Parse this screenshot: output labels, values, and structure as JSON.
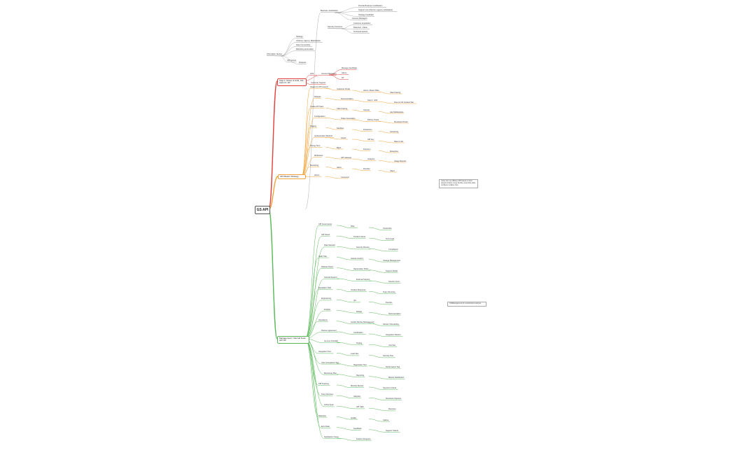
{
  "root": "GS API",
  "branches": {
    "step1": "Step 1: Roles of GS3, GS-Admin?, FP",
    "master": "API Master Strategy",
    "mgmt": "Management / Internal Team API SP"
  },
  "notes": [
    "Users can use different API based on their role/permission. Keep flexible, tiered flow data, configure multiple roles.",
    "GS/Management for vendor/client partners"
  ],
  "top_labels": [
    "Business Justification",
    "Provide Business Justification",
    "Support new channel / agency (whitelabel)",
    "Strategy Feedback",
    "Account Managers",
    "Security Concerns",
    "Customer Acquisition",
    "Retention / Value",
    "Technical Options",
    "Information Source",
    "Strategy",
    "Channel, Agency, Marketplace",
    "Data Connectivity",
    "Marketing automation",
    "API Access",
    "Prospect"
  ],
  "step1_labels": [
    "GS3",
    "Account Managers",
    "Manage Candidate",
    "Admin",
    "FP",
    "Customer Support"
  ],
  "master_labels": [
    "Stages for API Launch",
    "Customer Portal",
    "Admin / Back Office",
    "Client Facing",
    "Release",
    "Documentation",
    "Step 1: GS3",
    "Post on GS Intranet Site",
    "Create API Spec",
    "Client Facing",
    "Internal",
    "App Marketplace",
    "Configuration",
    "Token Generation",
    "Partner Portal",
    "Developer Portal",
    "Staging",
    "Sandbox",
    "Production",
    "Versioning",
    "Authentication Method",
    "OAuth",
    "API Key",
    "Rate Limits",
    "Pricing Tiers",
    "Basic",
    "Premium",
    "Enterprise",
    "Webhooks",
    "API Gateway",
    "Analytics",
    "Usage Reports",
    "Monitoring",
    "Alerts",
    "Provider",
    "Client",
    "Admin",
    "Consumer"
  ],
  "mgmt_labels": [
    "API Governance",
    "Role",
    "Ownership",
    "API Owner",
    "Product Owner",
    "Tech Lead",
    "Data Steward",
    "Security Review",
    "Compliance",
    "Audit Trail",
    "Access Control",
    "Change Management",
    "Release Notes",
    "Deprecation Policy",
    "Support Model",
    "Internal Support",
    "External Support",
    "Service Level",
    "Escalation Path",
    "Incident Response",
    "Team Structure",
    "Engineering",
    "QA",
    "DevOps",
    "Product",
    "Design",
    "Documentation",
    "Operations",
    "Vendor Partner Management",
    "Partner Onboarding",
    "Partner Agreement",
    "Certification",
    "Integration Review",
    "Go Live Checklist",
    "Testing",
    "Unit Test",
    "Integration Test",
    "Load Test",
    "Security Test",
    "User Acceptance Test",
    "Regression Test",
    "Performance Test",
    "Monitoring Plan",
    "Reporting",
    "Metrics Dashboard",
    "KPI Tracking",
    "Monthly Review",
    "Success Criteria",
    "Team Success",
    "Adoption",
    "Developer Signups",
    "Active Apps",
    "API Calls",
    "Revenue",
    "Retention",
    "Quality",
    "Uptime",
    "Error Rate",
    "Feedback",
    "Support Tickets",
    "Satisfaction Score",
    "Feature Requests"
  ],
  "colors": {
    "red": "#e0413d",
    "orange": "#f0a33a",
    "green": "#5bb85a",
    "root_border": "#555555"
  }
}
